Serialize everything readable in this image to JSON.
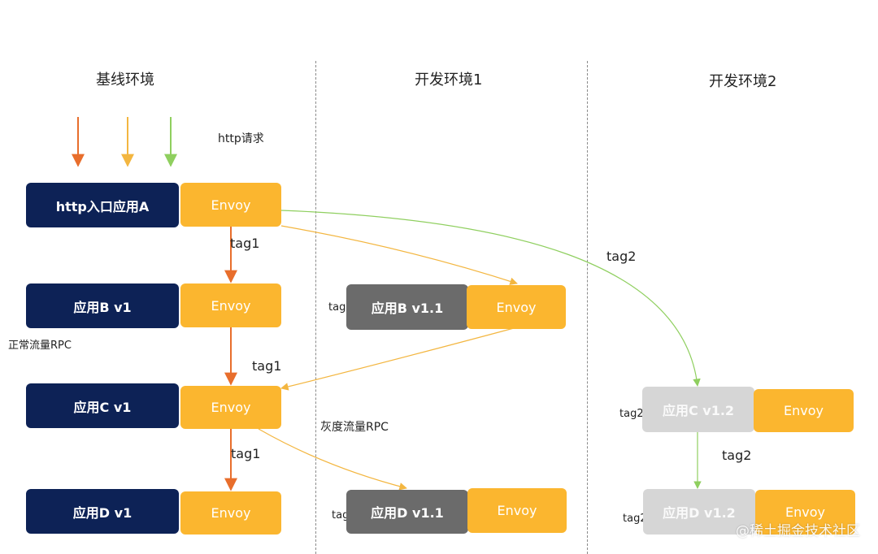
{
  "headers": {
    "baseline": "基线环境",
    "dev1": "开发环境1",
    "dev2": "开发环境2"
  },
  "http_request_label": "http请求",
  "baseline": {
    "app_a": "http入口应用A",
    "app_b": "应用B v1",
    "app_c": "应用C v1",
    "app_d": "应用D v1",
    "envoy": "Envoy"
  },
  "dev1": {
    "app_b": "应用B v1.1",
    "app_d": "应用D v1.1",
    "envoy": "Envoy"
  },
  "dev2": {
    "app_c": "应用C v1.2",
    "app_d": "应用D v1.2",
    "envoy": "Envoy"
  },
  "labels": {
    "tag1": "tag1",
    "tag2": "tag2",
    "normal_rpc": "正常流量RPC",
    "gray_rpc": "灰度流量RPC"
  },
  "colors": {
    "base_app": "#0d2256",
    "dev1_app": "#6b6b6b",
    "dev2_app": "#d6d6d6",
    "envoy": "#fbb62f",
    "arrow_orange": "#e86e2c",
    "arrow_yellow": "#f3b640",
    "arrow_green": "#8fcf5f"
  },
  "watermark": "@稀土掘金技术社区"
}
